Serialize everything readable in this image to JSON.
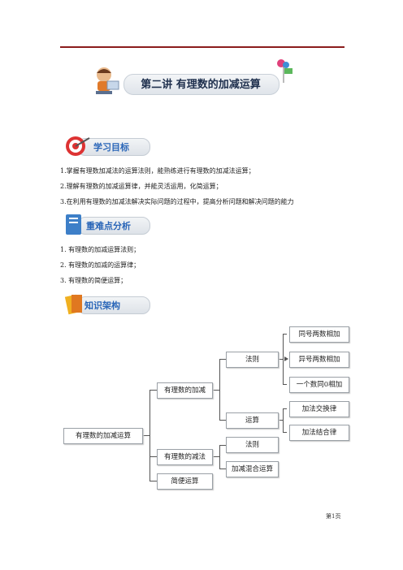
{
  "title": "第二讲  有理数的加减运算",
  "sections": {
    "goals": {
      "label": "学习目标",
      "items": [
        "1.掌握有理数加减法的运算法则，能熟练进行有理数的加减法运算；",
        "2.理解有理数的加减运算律，并能灵活运用，化简运算；",
        "3.在利用有理数的加减法解决实际问题的过程中，提高分析问题和解决问题的能力"
      ]
    },
    "keypoints": {
      "label": "重难点分析",
      "items": [
        "1. 有理数的加减运算法则；",
        "2. 有理数的加减的运算律；",
        "3. 有理数的简便运算；"
      ]
    },
    "framework": {
      "label": "知识架构"
    }
  },
  "diagram": {
    "root": "有理数的加减运算",
    "add": "有理数的加减",
    "sub": "有理数的减法",
    "simple": "简便运算",
    "add_rule": "法则",
    "add_op": "运算",
    "sub_rule": "法则",
    "sub_mixed": "加减混合运算",
    "same_sign": "同号两数相加",
    "diff_sign": "异号两数相加",
    "with_zero": "一个数同0相加",
    "commutative": "加法交换律",
    "associative": "加法结合律"
  },
  "footer": {
    "page": "第1页"
  },
  "colors": {
    "accent": "#2a66b8",
    "rule": "#8b1c1c"
  }
}
